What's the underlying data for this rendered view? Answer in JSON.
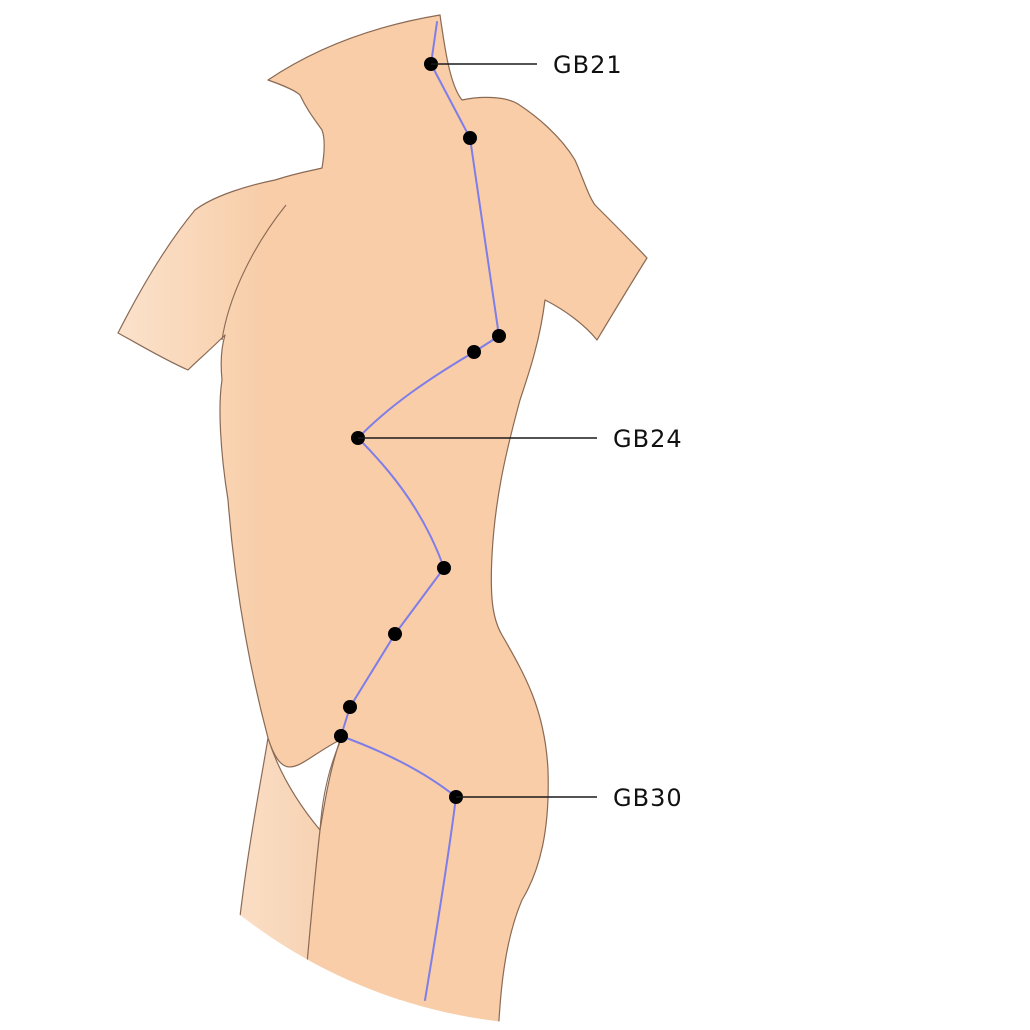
{
  "colors": {
    "skin_light": "#fbe2cc",
    "skin_main": "#f8cda8",
    "skin_shadow": "#f2c39c",
    "outline": "#8a6a55",
    "meridian": "#7f7de8",
    "point": "#000000",
    "leader_line": "#1a1a1a",
    "label_text": "#111111"
  },
  "meridian": {
    "point_count": 10
  },
  "labels": [
    {
      "id": "gb21",
      "text": "GB21"
    },
    {
      "id": "gb24",
      "text": "GB24"
    },
    {
      "id": "gb30",
      "text": "GB30"
    }
  ]
}
